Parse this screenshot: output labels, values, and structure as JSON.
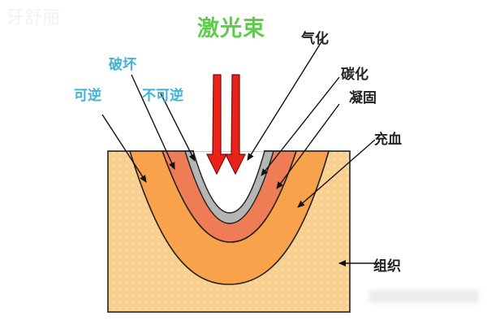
{
  "diagram": {
    "title": "激光束",
    "watermark": "牙舒丽",
    "labels": {
      "vaporization": "气化",
      "carbonization": "碳化",
      "coagulation": "凝固",
      "congestion": "充血",
      "tissue": "组织",
      "damage": "破坏",
      "reversible": "可逆",
      "irreversible": "不可逆"
    },
    "colors": {
      "title": "#5ccc4a",
      "blue_labels": "#3fb3d6",
      "tissue": "#f9d08f",
      "congestion_band": "#f8a24c",
      "coagulation_band": "#ee7d55",
      "carbonization_band": "#b5b5b5",
      "laser": "#e8231a"
    }
  }
}
